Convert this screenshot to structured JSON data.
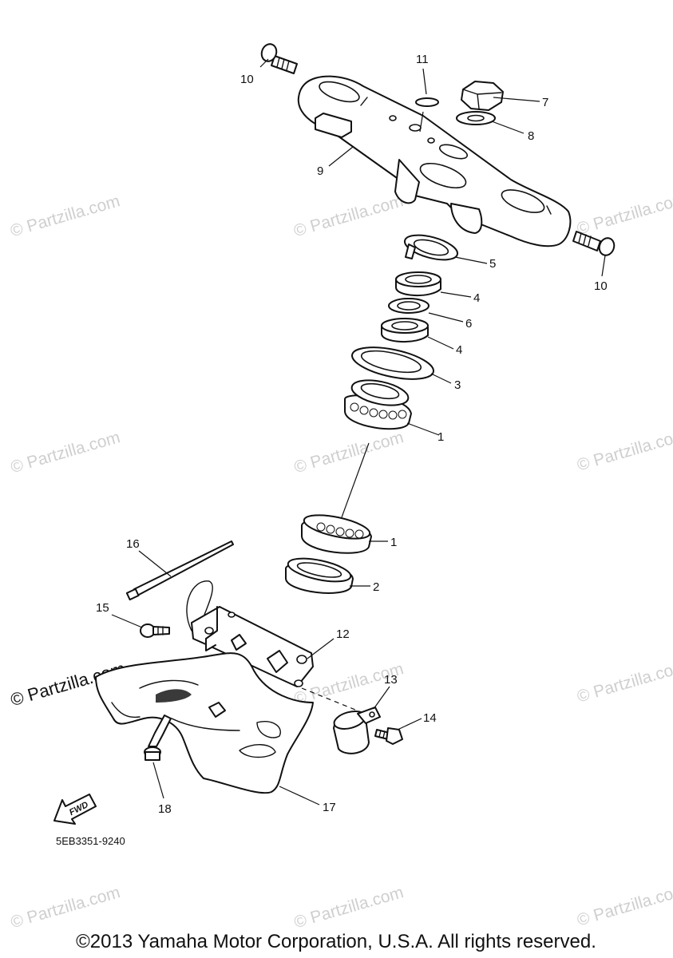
{
  "watermark": {
    "text": "© Partzilla.com",
    "prominent_text": "© Partzilla.com"
  },
  "callouts": [
    "1",
    "1",
    "2",
    "3",
    "4",
    "4",
    "5",
    "6",
    "7",
    "8",
    "9",
    "10",
    "10",
    "11",
    "12",
    "13",
    "14",
    "15",
    "16",
    "17",
    "18"
  ],
  "fwd_label": "FWD",
  "diagram_code": "5EB3351-9240",
  "copyright": "©2013 Yamaha Motor Corporation, U.S.A. All rights reserved."
}
